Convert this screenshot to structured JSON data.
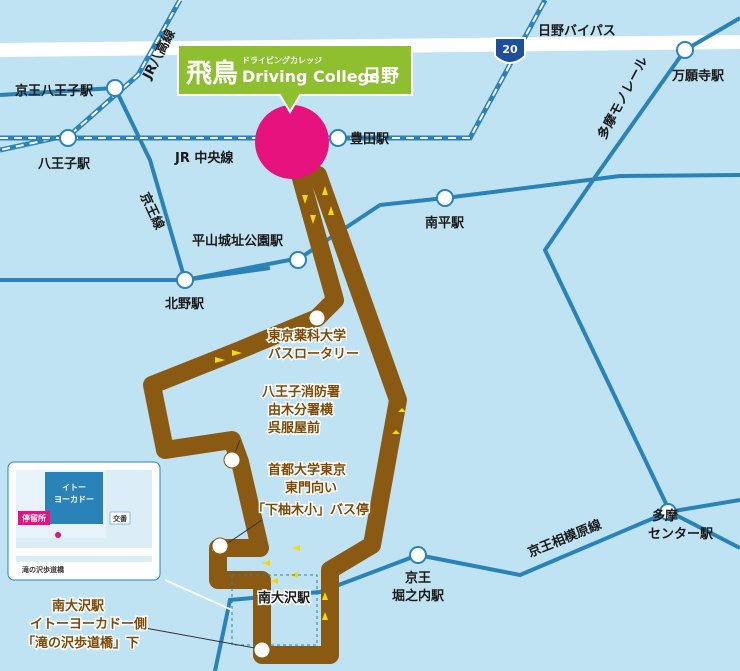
{
  "banner": {
    "kanji": "飛鳥",
    "small": "ドライビングカレッジ",
    "english": "Driving College",
    "suffix": "日野",
    "bg": "#8dbf2e"
  },
  "highway": {
    "name": "日野バイパス",
    "route_number": "20"
  },
  "lines": {
    "jr_hachiko": "JR八高線",
    "jr_chuo": "JR 中央線",
    "keio": "京王線",
    "tama_monorail": "多摩モノレール",
    "keio_sagamihara": "京王相模原線"
  },
  "stations": {
    "keio_hachioji": "京王八王子駅",
    "hachioji": "八王子駅",
    "toyoda": "豊田駅",
    "hirayamajoshi": "平山城址公園駅",
    "kitano": "北野駅",
    "minamidaira": "南平駅",
    "manganji": "万願寺駅",
    "tama_center_1": "多摩",
    "tama_center_2": "センター駅",
    "keio_horinouchi_1": "京王",
    "keio_horinouchi_2": "堀之内駅",
    "minamiosawa": "南大沢駅"
  },
  "bus_stops": {
    "yakka_1": "東京薬科大学",
    "yakka_2": "バスロータリー",
    "fire_1": "八王子消防署",
    "fire_2": "由木分署横",
    "fire_3": "呉服屋前",
    "tmu_1": "首都大学東京",
    "tmu_2": "東門向い",
    "tmu_3": "「下柚木小」バス停",
    "osawa_1": "南大沢駅",
    "osawa_2": "イトーヨーカドー側",
    "osawa_3": "「滝の沢歩道橋」下"
  },
  "inset": {
    "store_1": "イトー",
    "store_2": "ヨーカドー",
    "stop_label": "停留所",
    "bank": "交番",
    "bridge": "滝の沢歩道橋"
  },
  "colors": {
    "water_bg": "#bfe3f3",
    "rail": "#2a83b8",
    "route": "#8b5a12",
    "arrow": "#f5d90a",
    "school_marker": "#e6127e",
    "banner": "#8dbf2e"
  }
}
